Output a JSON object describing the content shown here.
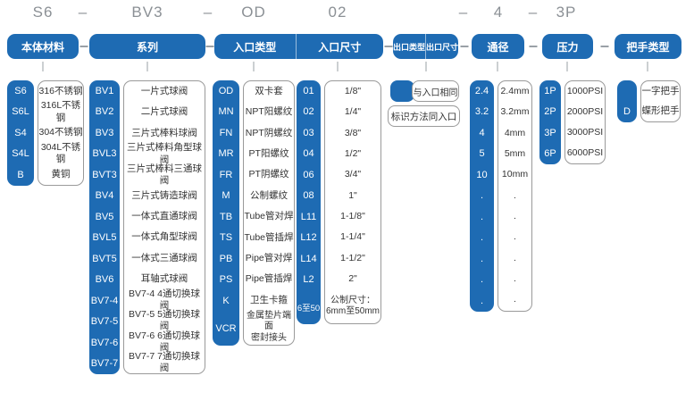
{
  "code_row": {
    "items": [
      "S6",
      "–",
      "BV3",
      "–",
      "OD",
      "02",
      "–",
      "4",
      "–",
      "3P"
    ]
  },
  "headers": {
    "material": "本体材料",
    "series": "系列",
    "inlet_type": "入口类型",
    "inlet_size": "入口尺寸",
    "outlet_type": "出口类型",
    "outlet_size": "出口尺寸",
    "bore": "通径",
    "pressure": "压力",
    "handle": "把手类型"
  },
  "outlet": {
    "same_as_inlet": "与入口相同",
    "note": "标识方法同入口"
  },
  "columns": {
    "material": {
      "rows": [
        {
          "code": "S6",
          "desc": "316不锈钢"
        },
        {
          "code": "S6L",
          "desc": "316L不锈钢"
        },
        {
          "code": "S4",
          "desc": "304不锈钢"
        },
        {
          "code": "S4L",
          "desc": "304L不锈钢"
        },
        {
          "code": "B",
          "desc": "黄铜"
        }
      ]
    },
    "series": {
      "rows": [
        {
          "code": "BV1",
          "desc": "一片式球阀"
        },
        {
          "code": "BV2",
          "desc": "二片式球阀"
        },
        {
          "code": "BV3",
          "desc": "三片式棒料球阀"
        },
        {
          "code": "BVL3",
          "desc": "三片式棒料角型球阀"
        },
        {
          "code": "BVT3",
          "desc": "三片式棒料三通球阀"
        },
        {
          "code": "BV4",
          "desc": "三片式铸造球阀"
        },
        {
          "code": "BV5",
          "desc": "一体式直通球阀"
        },
        {
          "code": "BVL5",
          "desc": "一体式角型球阀"
        },
        {
          "code": "BVT5",
          "desc": "一体式三通球阀"
        },
        {
          "code": "BV6",
          "desc": "耳轴式球阀"
        },
        {
          "code": "BV7-4",
          "desc": "BV7-4 4通切换球阀"
        },
        {
          "code": "BV7-5",
          "desc": "BV7-5 5通切换球阀"
        },
        {
          "code": "BV7-6",
          "desc": "BV7-6 6通切换球阀"
        },
        {
          "code": "BV7-7",
          "desc": "BV7-7 7通切换球阀"
        }
      ]
    },
    "inlet_type": {
      "rows": [
        {
          "code": "OD",
          "desc": "双卡套"
        },
        {
          "code": "MN",
          "desc": "NPT阳螺纹"
        },
        {
          "code": "FN",
          "desc": "NPT阴螺纹"
        },
        {
          "code": "MR",
          "desc": "PT阳螺纹"
        },
        {
          "code": "FR",
          "desc": "PT阴螺纹"
        },
        {
          "code": "M",
          "desc": "公制螺纹"
        },
        {
          "code": "TB",
          "desc": "Tube管对焊"
        },
        {
          "code": "TS",
          "desc": "Tube管插焊"
        },
        {
          "code": "PB",
          "desc": "Pipe管对焊"
        },
        {
          "code": "PS",
          "desc": "Pipe管插焊"
        },
        {
          "code": "K",
          "desc": "卫生卡箍"
        },
        {
          "code": "VCR",
          "desc": "金属垫片端面\n密封接头",
          "tall": true
        }
      ]
    },
    "inlet_size": {
      "rows": [
        {
          "code": "01",
          "desc": "1/8\""
        },
        {
          "code": "02",
          "desc": "1/4\""
        },
        {
          "code": "03",
          "desc": "3/8\""
        },
        {
          "code": "04",
          "desc": "1/2\""
        },
        {
          "code": "06",
          "desc": "3/4\""
        },
        {
          "code": "08",
          "desc": "1\""
        },
        {
          "code": "L11",
          "desc": "1-1/8\""
        },
        {
          "code": "L12",
          "desc": "1-1/4\""
        },
        {
          "code": "L14",
          "desc": "1-1/2\""
        },
        {
          "code": "L2",
          "desc": "2\""
        },
        {
          "code": "6至50",
          "desc": "公制尺寸：\n6mm至50mm",
          "tall": true,
          "small": true
        }
      ]
    },
    "bore": {
      "rows": [
        {
          "code": "2.4",
          "desc": "2.4mm"
        },
        {
          "code": "3.2",
          "desc": "3.2mm"
        },
        {
          "code": "4",
          "desc": "4mm"
        },
        {
          "code": "5",
          "desc": "5mm"
        },
        {
          "code": "10",
          "desc": "10mm"
        },
        {
          "code": ".",
          "desc": "."
        },
        {
          "code": ".",
          "desc": "."
        },
        {
          "code": ".",
          "desc": "."
        },
        {
          "code": ".",
          "desc": "."
        },
        {
          "code": ".",
          "desc": "."
        },
        {
          "code": ".",
          "desc": "."
        }
      ]
    },
    "pressure": {
      "rows": [
        {
          "code": "1P",
          "desc": "1000PSI"
        },
        {
          "code": "2P",
          "desc": "2000PSI"
        },
        {
          "code": "3P",
          "desc": "3000PSI"
        },
        {
          "code": "6P",
          "desc": "6000PSI"
        }
      ]
    },
    "handle": {
      "rows": [
        {
          "code": "",
          "desc": "一字把手"
        },
        {
          "code": "D",
          "desc": "蝶形把手"
        }
      ]
    }
  },
  "colors": {
    "accent": "#1e6bb3",
    "box_border": "#9a9a9a",
    "code_text": "#8b9095",
    "desc_text": "#333333"
  }
}
